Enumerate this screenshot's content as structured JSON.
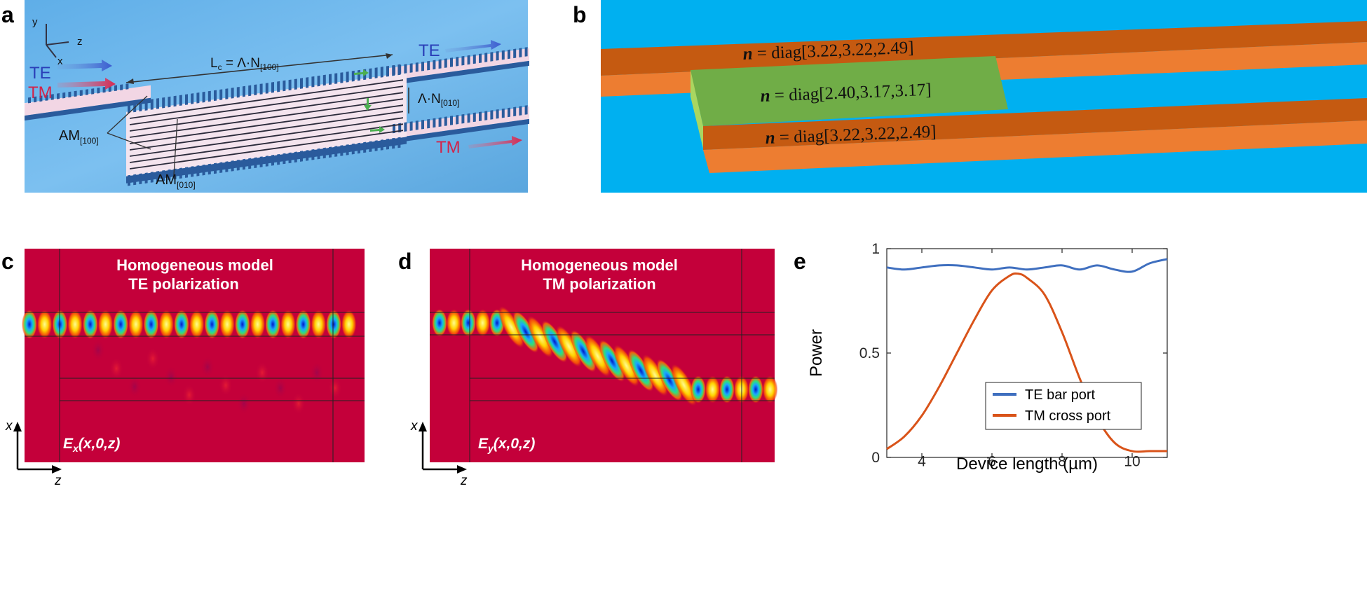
{
  "panels": {
    "a": {
      "label": "a",
      "axes": {
        "y": "y",
        "z": "z",
        "x": "x"
      },
      "te_in": "TE",
      "tm_in": "TM",
      "te_out": "TE",
      "tm_out": "TM",
      "lc_main": "L",
      "lc_sub": "c",
      "lc_rest": " = Λ·N",
      "lc_idx": "[100]",
      "ln_main": "Λ·N",
      "ln_idx": "[010]",
      "am100_main": "AM",
      "am100_idx": "[100]",
      "am010_main": "AM",
      "am010_idx": "[010]"
    },
    "b": {
      "label": "b",
      "n_symbol": "n",
      "top_index": " = diag[3.22,3.22,2.49]",
      "middle_index": " = diag[2.40,3.17,3.17]",
      "bottom_index": " = diag[3.22,3.22,2.49]"
    },
    "c": {
      "label": "c",
      "title_line1": "Homogeneous model",
      "title_line2": "TE  polarization",
      "field_main": "E",
      "field_sub": "x",
      "field_args": "(x,0,z)",
      "axis_x": "x",
      "axis_z": "z"
    },
    "d": {
      "label": "d",
      "title_line1": "Homogeneous model",
      "title_line2": "TM  polarization",
      "field_main": "E",
      "field_sub": "y",
      "field_args": "(x,0,z)",
      "axis_x": "x",
      "axis_z": "z"
    },
    "e": {
      "label": "e"
    }
  },
  "colors": {
    "te_blue": "#3f6fbf",
    "tm_orange": "#d95319",
    "field_background": "#c4003a",
    "panel_a_background": "#6fb8ef",
    "panel_b_background": "#00b0f0",
    "waveguide_orange": "#ed7d31",
    "waveguide_green": "#70ad47"
  },
  "chart_data": {
    "type": "line",
    "title": "",
    "xlabel": "Device length (µm)",
    "ylabel": "Power",
    "xlim": [
      3,
      11
    ],
    "ylim": [
      0,
      1
    ],
    "xticks": [
      4,
      6,
      8,
      10
    ],
    "yticks": [
      0,
      0.5,
      1
    ],
    "xtick_labels": [
      "4",
      "6",
      "8",
      "10"
    ],
    "ytick_labels": [
      "0",
      "0.5",
      "1"
    ],
    "grid": false,
    "legend_position": "bottom-center",
    "series": [
      {
        "name": "TE bar port",
        "color": "#3f6fbf",
        "x": [
          3.0,
          3.5,
          4.0,
          4.5,
          5.0,
          5.5,
          6.0,
          6.5,
          7.0,
          7.5,
          8.0,
          8.5,
          9.0,
          9.5,
          10.0,
          10.5,
          11.0
        ],
        "y": [
          0.91,
          0.9,
          0.91,
          0.92,
          0.92,
          0.91,
          0.9,
          0.91,
          0.9,
          0.91,
          0.92,
          0.9,
          0.92,
          0.9,
          0.89,
          0.93,
          0.95
        ]
      },
      {
        "name": "TM cross port",
        "color": "#d95319",
        "x": [
          3.0,
          3.5,
          4.0,
          4.5,
          5.0,
          5.5,
          6.0,
          6.5,
          6.75,
          7.0,
          7.5,
          8.0,
          8.5,
          9.0,
          9.5,
          10.0,
          10.5,
          11.0
        ],
        "y": [
          0.04,
          0.1,
          0.2,
          0.34,
          0.5,
          0.66,
          0.8,
          0.87,
          0.88,
          0.86,
          0.78,
          0.6,
          0.38,
          0.19,
          0.07,
          0.03,
          0.03,
          0.03
        ]
      }
    ]
  }
}
